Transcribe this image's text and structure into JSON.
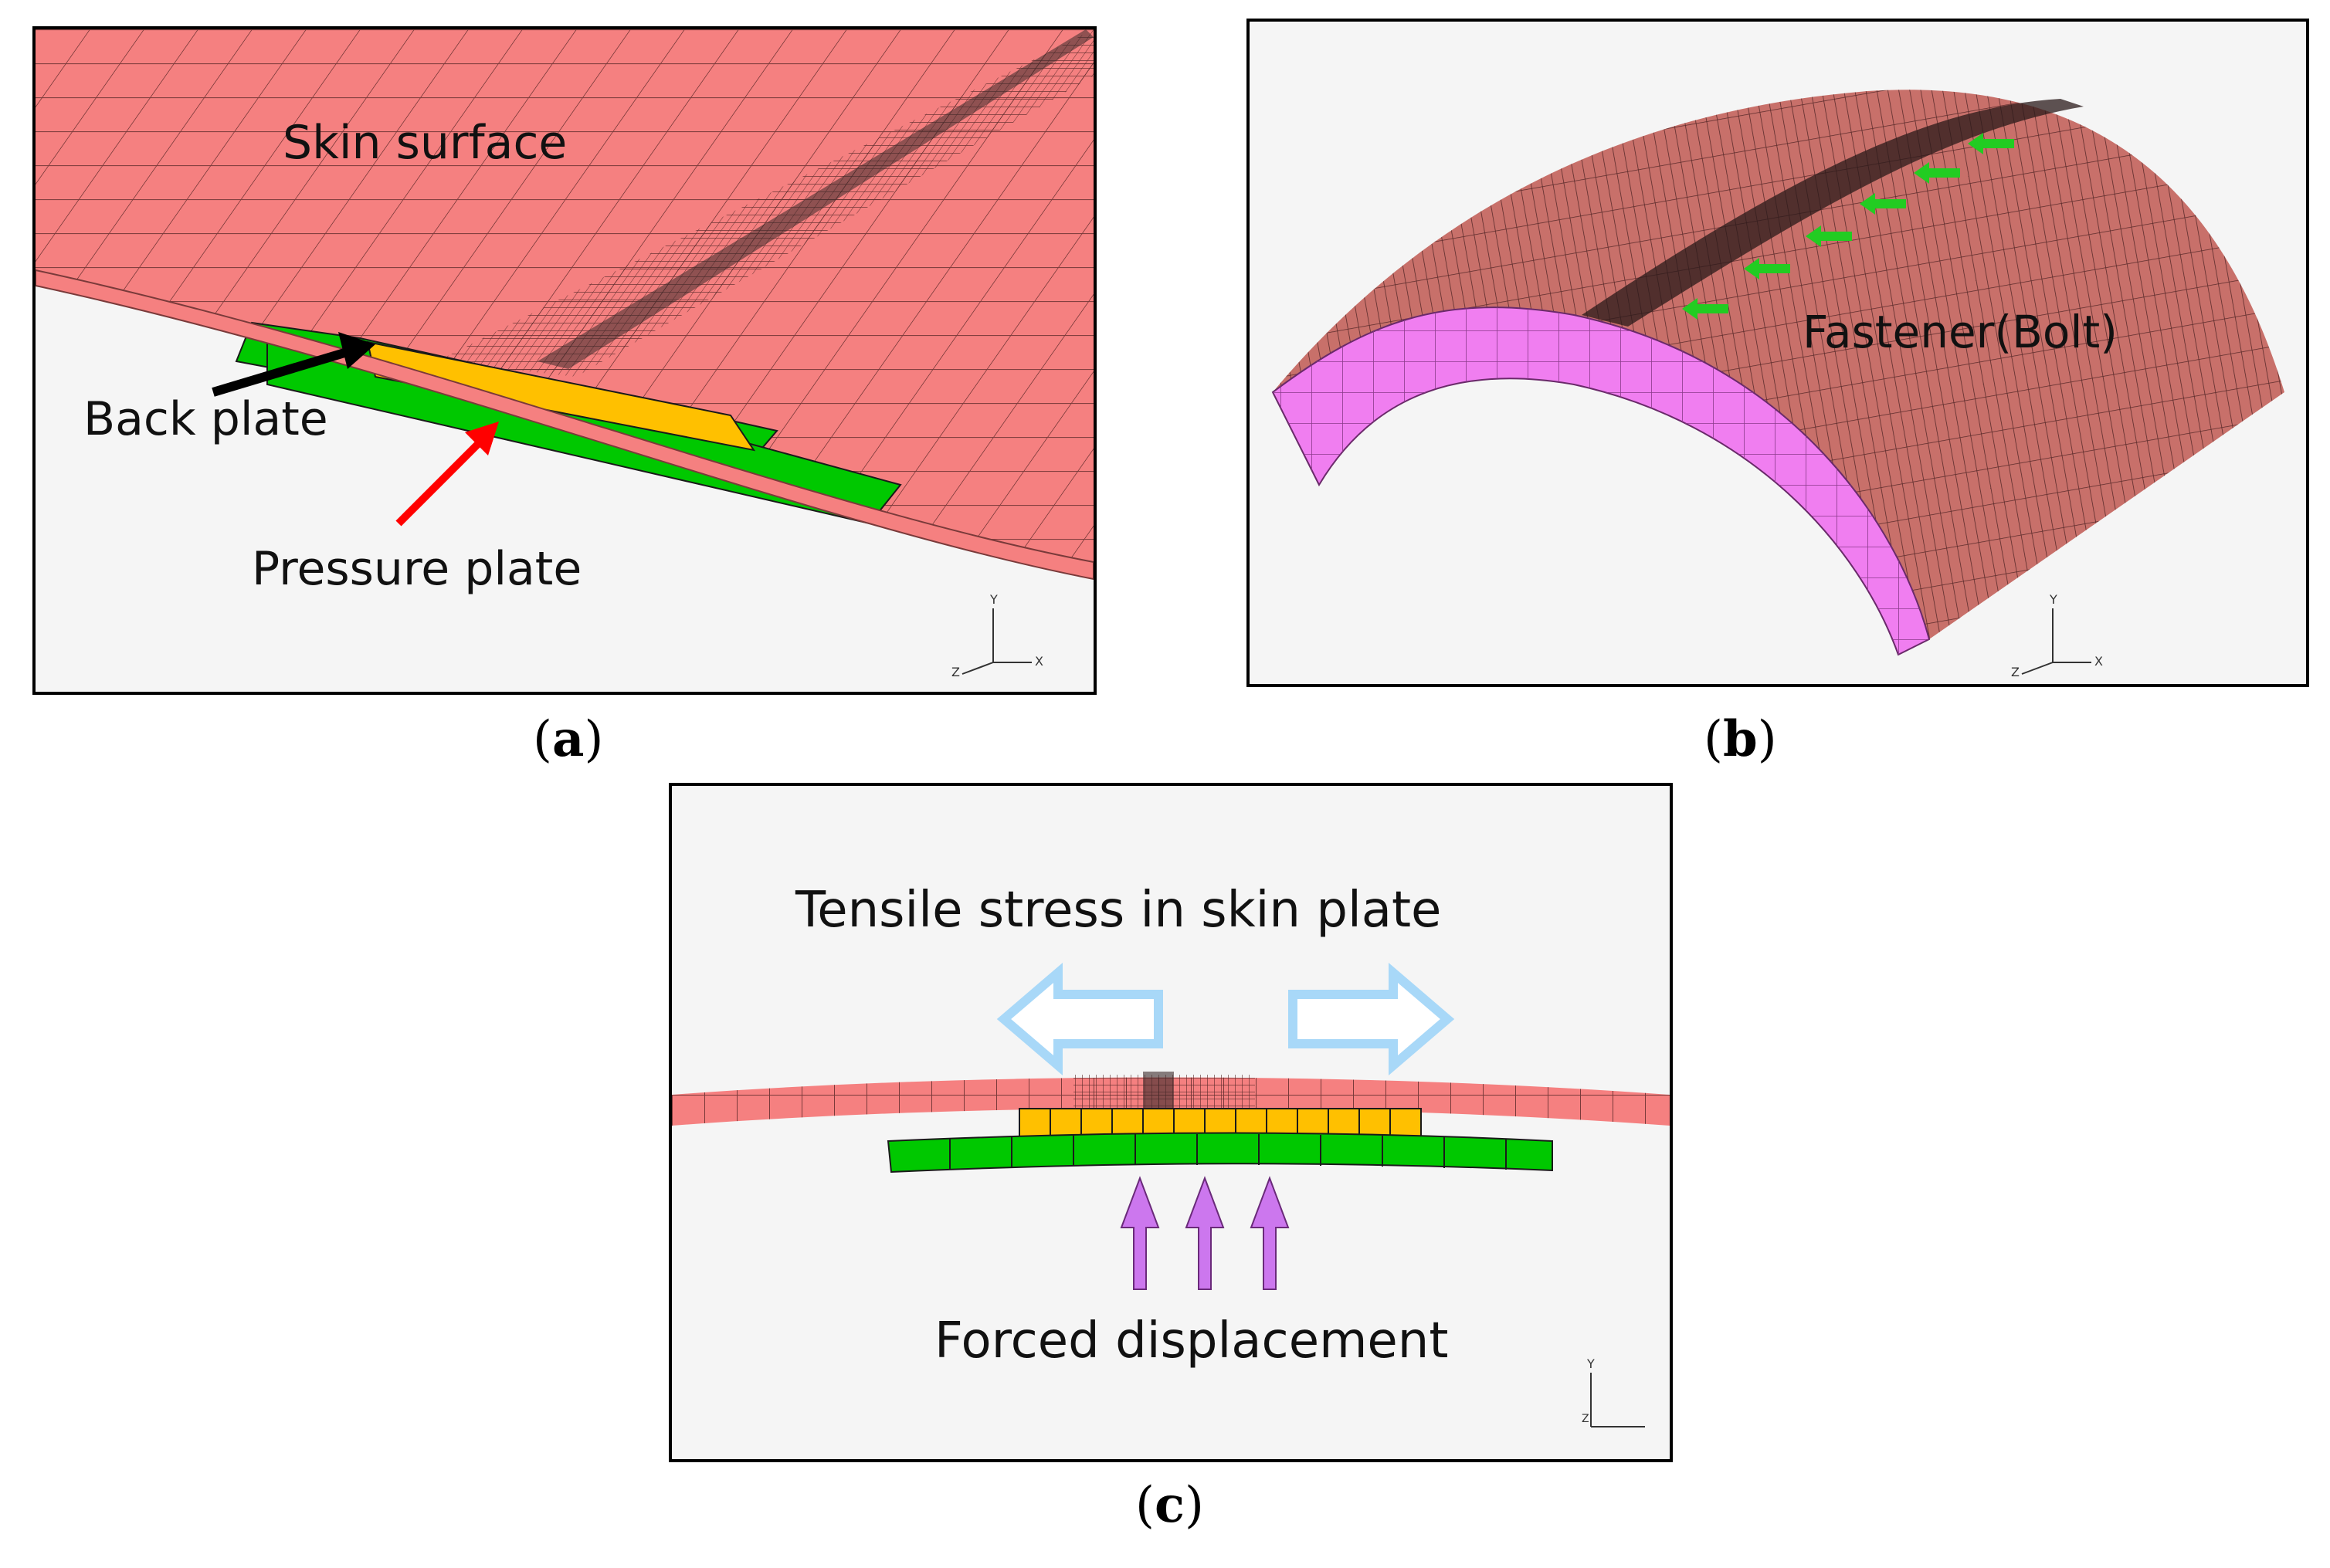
{
  "figure": {
    "panel_a": {
      "labels": {
        "skin_surface": "Skin surface",
        "back_plate": "Back plate",
        "pressure_plate": "Pressure plate"
      },
      "caption_letter": "a"
    },
    "panel_b": {
      "labels": {
        "fastener": "Fastener(Bolt)"
      },
      "caption_letter": "b"
    },
    "panel_c": {
      "labels": {
        "tensile": "Tensile stress in skin plate",
        "forced": "Forced displacement"
      },
      "caption_letter": "c"
    },
    "axis_labels": {
      "x": "X",
      "y": "Y",
      "z": "Z"
    },
    "colors": {
      "skin": "#f58080",
      "skin_dark": "#c86a6a",
      "back_plate": "#ffc000",
      "pressure_plate": "#00c800",
      "cylinder_side": "#f07ef0",
      "bolt_arrow": "#22cc22",
      "force_arrow": "#cc77ee",
      "tensile_arrow": "#a8d8f8",
      "pointer_back": "#000000",
      "pointer_pressure": "#ff0000",
      "panel_bg": "#f5f5f5"
    }
  }
}
